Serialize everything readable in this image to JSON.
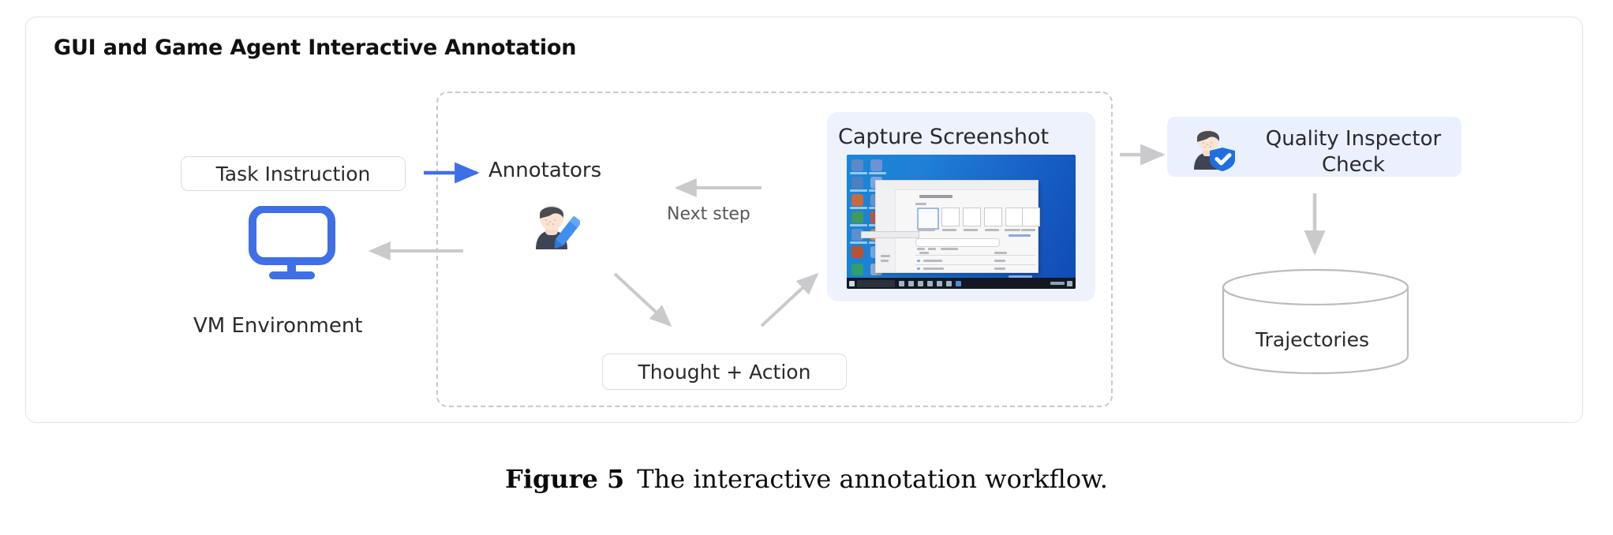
{
  "card": {
    "title": "GUI and Game Agent Interactive Annotation"
  },
  "nodes": {
    "task_instruction": "Task  Instruction",
    "annotators": "Annotators",
    "vm_environment": "VM  Environment",
    "next_step": "Next step",
    "thought_action": "Thought + Action",
    "capture_screenshot": "Capture Screenshot",
    "quality_inspector": "Quality Inspector Check",
    "trajectories": "Trajectories"
  },
  "icons": {
    "vm": "monitor-icon",
    "annotator": "person-with-pencil-icon",
    "inspector": "person-with-verified-badge-icon",
    "database": "database-cylinder-icon"
  },
  "colors": {
    "accent_blue": "#3f6fe8",
    "panel_blue": "#eef2fd",
    "inspector_panel": "#eaf0fd",
    "arrow_gray": "#cacacd",
    "border_gray": "#e3e3e6",
    "dashed_gray": "#c9c9cd",
    "text_dark": "#2a2a2e"
  },
  "caption": {
    "label": "Figure 5",
    "text": "The interactive annotation workflow."
  }
}
